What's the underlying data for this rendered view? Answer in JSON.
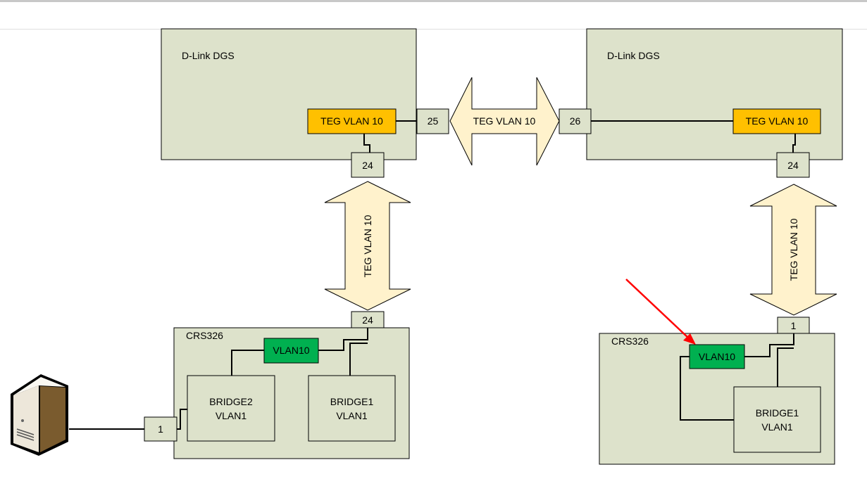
{
  "switches": {
    "dgs_left": {
      "label": "D-Link DGS",
      "vlan": "TEG VLAN 10",
      "port_uplink": "25",
      "port_down": "24"
    },
    "dgs_right": {
      "label": "D-Link DGS",
      "vlan": "TEG VLAN 10",
      "port_uplink": "26",
      "port_down": "24"
    },
    "crs_left": {
      "label": "CRS326",
      "vlan": "VLAN10",
      "port_up": "24",
      "port_host": "1",
      "bridge2": {
        "line1": "BRIDGE2",
        "line2": "VLAN1"
      },
      "bridge1": {
        "line1": "BRIDGE1",
        "line2": "VLAN1"
      }
    },
    "crs_right": {
      "label": "CRS326",
      "vlan": "VLAN10",
      "port_up": "1",
      "bridge1": {
        "line1": "BRIDGE1",
        "line2": "VLAN1"
      }
    }
  },
  "links": {
    "horizontal": "TEG VLAN 10",
    "left_vertical": "TEG VLAN 10",
    "right_vertical": "TEG VLAN 10"
  },
  "colors": {
    "switch_fill": "#DDE2CB",
    "teg": "#FFC000",
    "vlan10": "#00B050",
    "arrow_fill": "#FFF2CC",
    "pointer": "#FF0000"
  },
  "icons": {
    "server": "server-icon",
    "pointer": "red-arrow-icon"
  }
}
